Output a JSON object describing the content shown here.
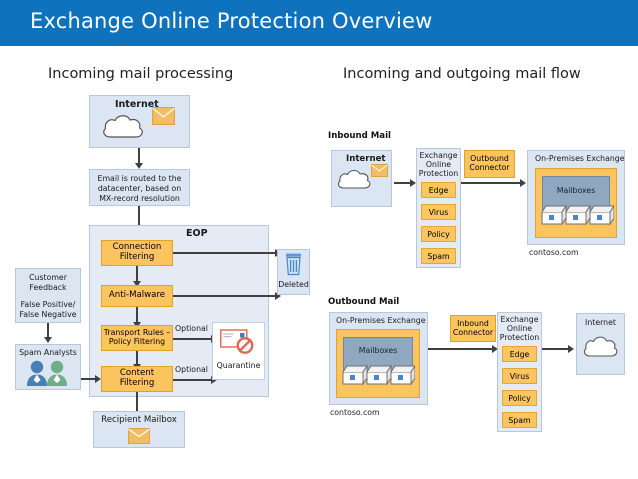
{
  "header": {
    "title": "Exchange Online Protection Overview",
    "bar_color": "#0f72bd"
  },
  "captions": {
    "left": "Incoming mail processing",
    "right": "Incoming and outgoing mail flow"
  },
  "left_diagram": {
    "internet": {
      "label": "Internet",
      "icons": [
        "cloud-icon",
        "envelope-icon"
      ]
    },
    "routing": {
      "line1": "Email is routed to the",
      "line2": "datacenter, based on",
      "line3": "MX-record resolution"
    },
    "eop_container": {
      "label": "EOP"
    },
    "stages": [
      {
        "id": "connection-filtering",
        "line1": "Connection",
        "line2": "Filtering"
      },
      {
        "id": "anti-malware",
        "line1": "Anti-Malware",
        "line2": ""
      },
      {
        "id": "transport-rules",
        "line1": "Transport Rules –",
        "line2": "Policy Filtering"
      },
      {
        "id": "content-filtering",
        "line1": "Content",
        "line2": "Filtering"
      }
    ],
    "deleted": {
      "label": "Deleted",
      "icon": "trash-icon"
    },
    "quarantine": {
      "label": "Quarantine",
      "icon": "blocked-message-icon"
    },
    "optional_labels": [
      "Optional",
      "Optional"
    ],
    "customer_feedback": {
      "line1": "Customer",
      "line2": "Feedback",
      "line3": "False Positive/",
      "line4": "False Negative"
    },
    "spam_analysts": {
      "label": "Spam Analysts",
      "icon": "people-icon"
    },
    "recipient_mailbox": {
      "label": "Recipient Mailbox",
      "icon": "envelope-icon"
    }
  },
  "right_diagram": {
    "inbound": {
      "title": "Inbound Mail",
      "internet": {
        "label": "Internet",
        "icons": [
          "cloud-icon",
          "envelope-icon"
        ]
      },
      "eop": {
        "line1": "Exchange",
        "line2": "Online",
        "line3": "Protection",
        "filters": [
          "Edge",
          "Virus",
          "Policy",
          "Spam"
        ]
      },
      "connector": {
        "line1": "Outbound",
        "line2": "Connector"
      },
      "onprem": {
        "label": "On-Premises Exchange",
        "mailboxes": "Mailboxes",
        "domain": "contoso.com"
      }
    },
    "outbound": {
      "title": "Outbound Mail",
      "onprem": {
        "label": "On-Premises Exchange",
        "mailboxes": "Mailboxes",
        "domain": "contoso.com"
      },
      "connector": {
        "line1": "Inbound",
        "line2": "Connector"
      },
      "eop": {
        "line1": "Exchange",
        "line2": "Online",
        "line3": "Protection",
        "filters": [
          "Edge",
          "Virus",
          "Policy",
          "Spam"
        ]
      },
      "internet": {
        "label": "Internet",
        "icons": [
          "cloud-icon"
        ]
      }
    }
  },
  "colors": {
    "accent": "#0f72bd",
    "box_blue": "#dce6f2",
    "box_orange": "#fcc45c",
    "arrow": "#404040"
  }
}
